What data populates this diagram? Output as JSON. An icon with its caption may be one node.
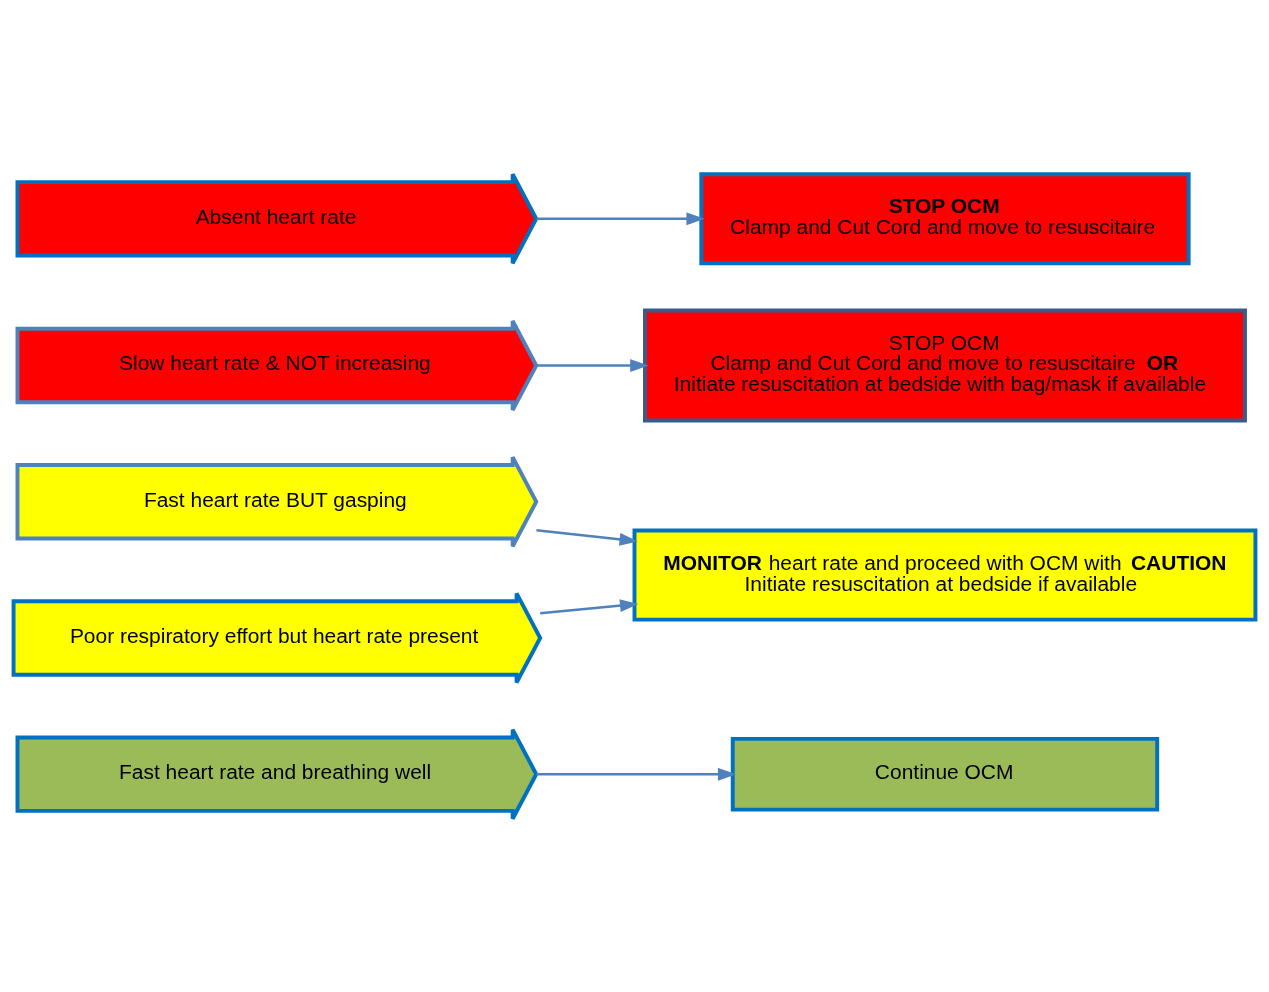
{
  "diagram": {
    "nodes": [
      {
        "text": [
          "Absent heart rate"
        ]
      },
      {
        "text": [
          "**STOP OCM**",
          "Clamp and Cut Cord and move to resuscitaire"
        ]
      },
      {
        "text": [
          "Slow heart rate & NOT increasing"
        ]
      },
      {
        "text": [
          "STOP OCM",
          "Clamp and Cut Cord and move to resuscitaire **OR**",
          "Initiate resuscitation at bedside with bag/mask if available"
        ]
      },
      {
        "text": [
          "Poor respiratory effort but heart rate present"
        ]
      },
      {
        "text": [
          "Fast heart rate BUT gasping"
        ]
      },
      {
        "text": [
          "**MONITOR** heart rate and proceed with OCM with **CAUTION**",
          "Initiate resuscitation at bedside if available"
        ]
      },
      {
        "text": [
          "Fast heart rate and breathing well"
        ]
      },
      {
        "text": [
          "Continue OCM"
        ]
      }
    ],
    "edges": [
      {
        "from": 0,
        "to": 1,
        "arrow": "to"
      },
      {
        "from": 2,
        "to": 3,
        "arrow": "to"
      },
      {
        "from": 4,
        "to": 6,
        "arrow": "to"
      },
      {
        "from": 5,
        "to": 6,
        "arrow": "to"
      },
      {
        "from": 7,
        "to": 8,
        "arrow": "to"
      }
    ]
  }
}
